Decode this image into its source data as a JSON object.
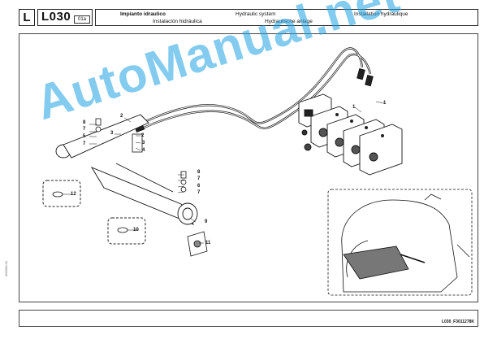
{
  "header": {
    "section_letter": "L",
    "section_code": "L030",
    "sub_code": "01a",
    "titles": {
      "it": "Impianto idraulico",
      "en": "Hydraulic system",
      "fr": "Installation hydraulique",
      "es": "Instalación hidráulica",
      "de": "Hydraulische anlage"
    }
  },
  "callouts": [
    "1",
    "1",
    "2",
    "2",
    "3",
    "3",
    "4",
    "5",
    "6",
    "7",
    "7",
    "7",
    "7",
    "8",
    "8",
    "9",
    "10",
    "11",
    "12"
  ],
  "watermark": "AutoManual.net",
  "footer": {
    "figure_ref": "L030_F3011278K"
  },
  "side_code": "000000-01"
}
